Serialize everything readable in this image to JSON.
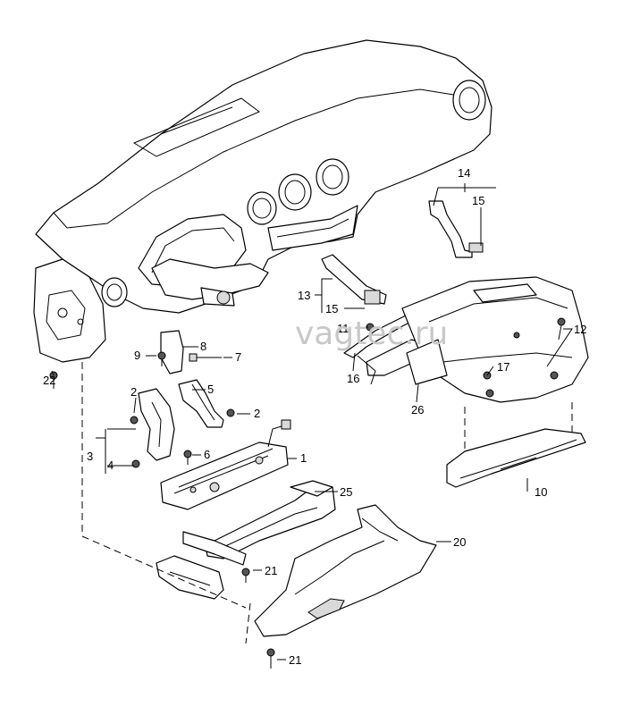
{
  "watermark": "vagtec.ru",
  "callouts": {
    "c1": "1",
    "c2a": "2",
    "c2b": "2",
    "c3": "3",
    "c4": "4",
    "c5": "5",
    "c6": "6",
    "c7": "7",
    "c8": "8",
    "c9": "9",
    "c10": "10",
    "c11": "11",
    "c12": "12",
    "c13": "13",
    "c14": "14",
    "c15a": "15",
    "c15b": "15",
    "c16": "16",
    "c17": "17",
    "c20": "20",
    "c21a": "21",
    "c21b": "21",
    "c22": "22",
    "c25": "25",
    "c26": "26"
  }
}
